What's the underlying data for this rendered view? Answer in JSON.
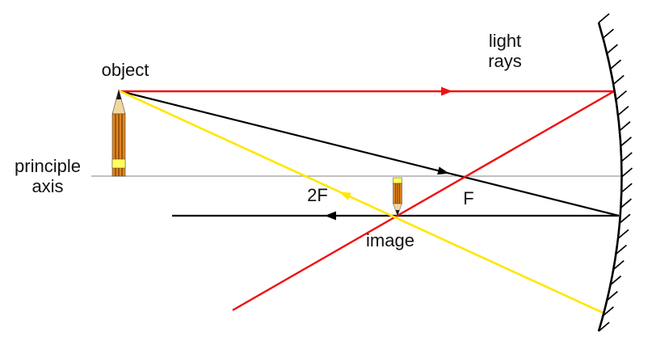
{
  "diagram": {
    "labels": {
      "object": "object",
      "light_rays": "light\nrays",
      "principle_axis": "principle\naxis",
      "two_f": "2F",
      "f": "F",
      "image": "image"
    },
    "colors": {
      "background": "#ffffff",
      "axis": "#9a9a9a",
      "mirror": "#000000",
      "ray_red": "#ee1111",
      "ray_black": "#000000",
      "ray_yellow": "#ffe600",
      "pencil_body": "#e0861c",
      "pencil_stripe": "#8a4a10",
      "pencil_wood": "#f2d6a0",
      "pencil_graphite": "#1a1a1a",
      "pencil_band": "#ffff5e"
    }
  }
}
